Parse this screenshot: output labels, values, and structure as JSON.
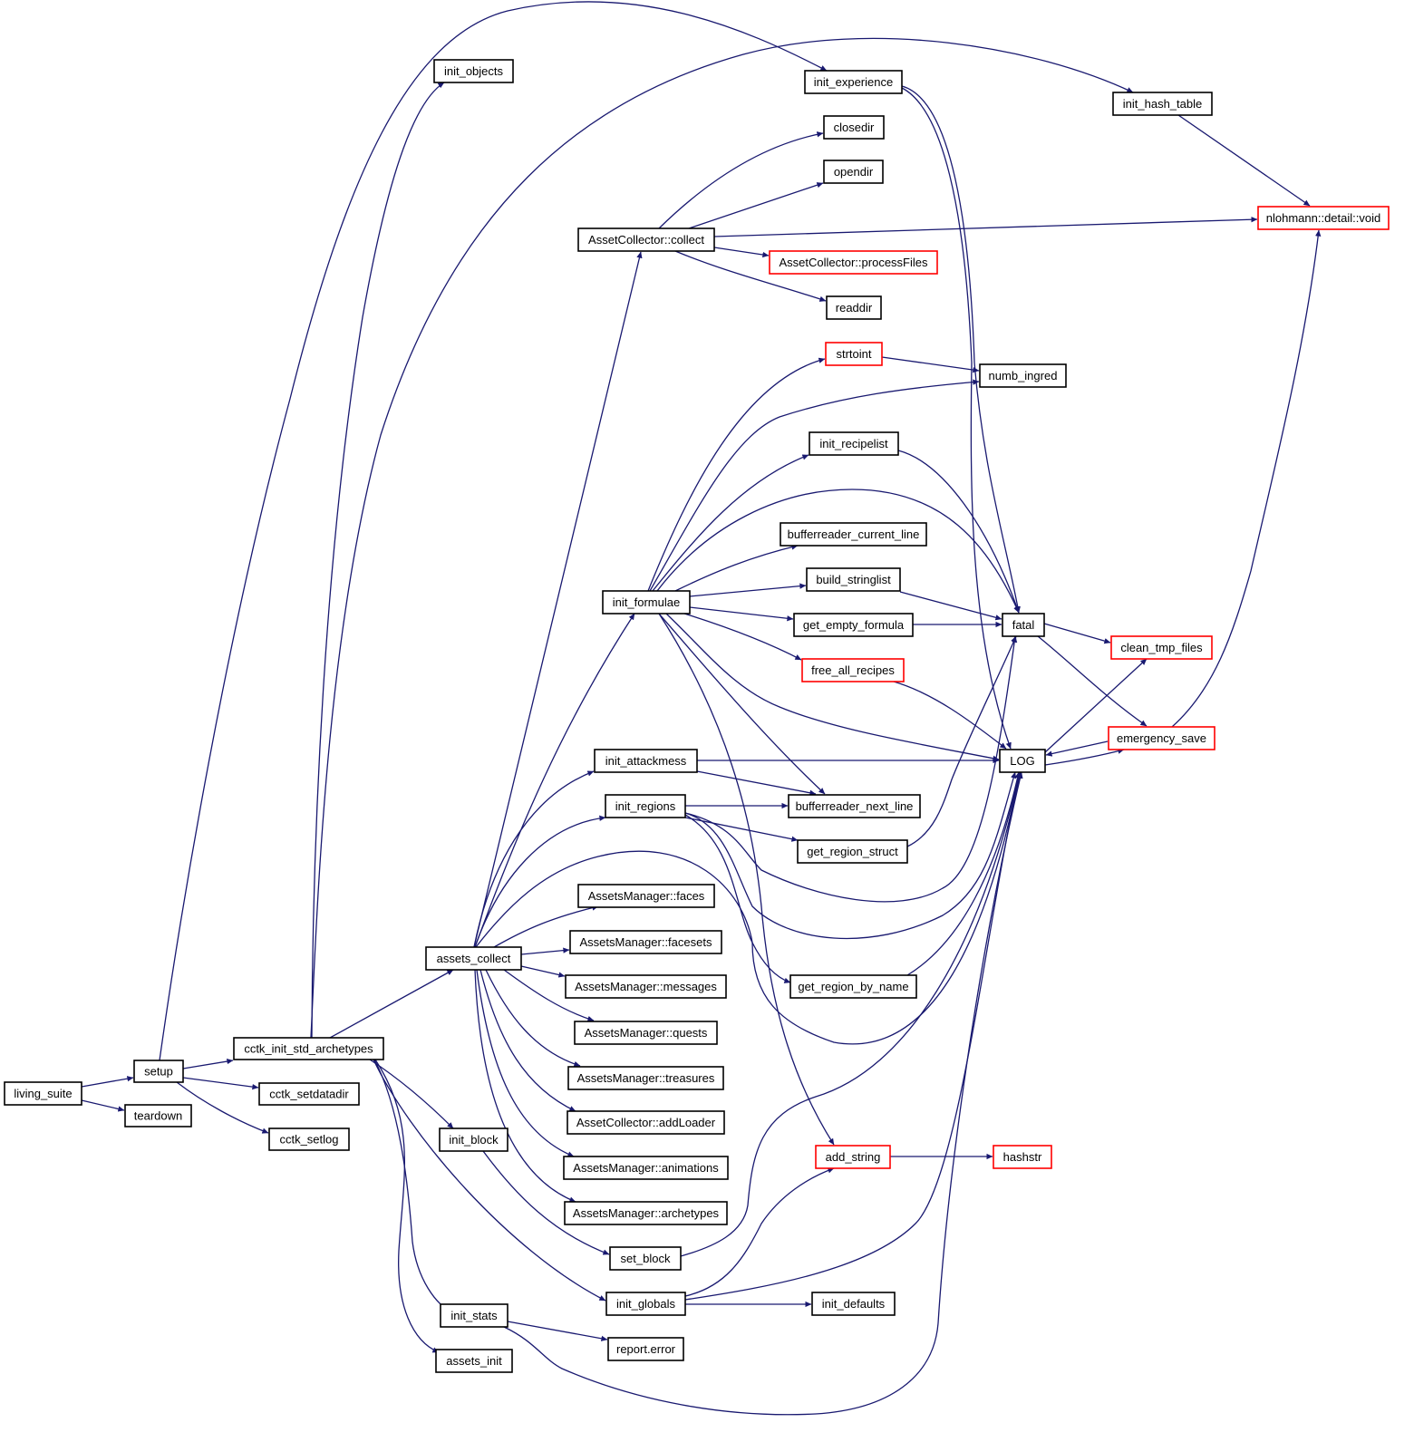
{
  "colors": {
    "edge": "#191970",
    "node_border": "#000000",
    "truncated_node_border": "#ff0000",
    "root_fill": "#bfbfbf",
    "node_fill": "#ffffff"
  },
  "nodes": [
    {
      "id": "living_suite",
      "label": "living_suite",
      "style": "root"
    },
    {
      "id": "setup",
      "label": "setup",
      "style": "normal"
    },
    {
      "id": "teardown",
      "label": "teardown",
      "style": "normal"
    },
    {
      "id": "cctk_init_std_archetypes",
      "label": "cctk_init_std_archetypes",
      "style": "normal"
    },
    {
      "id": "cctk_setdatadir",
      "label": "cctk_setdatadir",
      "style": "normal"
    },
    {
      "id": "cctk_setlog",
      "label": "cctk_setlog",
      "style": "normal"
    },
    {
      "id": "init_objects",
      "label": "init_objects",
      "style": "normal"
    },
    {
      "id": "init_experience",
      "label": "init_experience",
      "style": "normal"
    },
    {
      "id": "init_hash_table",
      "label": "init_hash_table",
      "style": "normal"
    },
    {
      "id": "nlohmann_void",
      "label": "nlohmann::detail::void",
      "style": "truncated"
    },
    {
      "id": "closedir",
      "label": "closedir",
      "style": "normal"
    },
    {
      "id": "opendir",
      "label": "opendir",
      "style": "normal"
    },
    {
      "id": "ac_collect",
      "label": "AssetCollector::collect",
      "style": "normal"
    },
    {
      "id": "ac_processFiles",
      "label": "AssetCollector::processFiles",
      "style": "truncated"
    },
    {
      "id": "readdir",
      "label": "readdir",
      "style": "normal"
    },
    {
      "id": "strtoint",
      "label": "strtoint",
      "style": "truncated"
    },
    {
      "id": "numb_ingred",
      "label": "numb_ingred",
      "style": "normal"
    },
    {
      "id": "init_recipelist",
      "label": "init_recipelist",
      "style": "normal"
    },
    {
      "id": "br_current_line",
      "label": "bufferreader_current_line",
      "style": "normal"
    },
    {
      "id": "build_stringlist",
      "label": "build_stringlist",
      "style": "normal"
    },
    {
      "id": "init_formulae",
      "label": "init_formulae",
      "style": "normal"
    },
    {
      "id": "get_empty_formula",
      "label": "get_empty_formula",
      "style": "normal"
    },
    {
      "id": "fatal",
      "label": "fatal",
      "style": "normal"
    },
    {
      "id": "clean_tmp_files",
      "label": "clean_tmp_files",
      "style": "truncated"
    },
    {
      "id": "free_all_recipes",
      "label": "free_all_recipes",
      "style": "truncated"
    },
    {
      "id": "emergency_save",
      "label": "emergency_save",
      "style": "truncated"
    },
    {
      "id": "init_attackmess",
      "label": "init_attackmess",
      "style": "normal"
    },
    {
      "id": "LOG",
      "label": "LOG",
      "style": "normal"
    },
    {
      "id": "init_regions",
      "label": "init_regions",
      "style": "normal"
    },
    {
      "id": "br_next_line",
      "label": "bufferreader_next_line",
      "style": "normal"
    },
    {
      "id": "get_region_struct",
      "label": "get_region_struct",
      "style": "normal"
    },
    {
      "id": "am_faces",
      "label": "AssetsManager::faces",
      "style": "normal"
    },
    {
      "id": "am_facesets",
      "label": "AssetsManager::facesets",
      "style": "normal"
    },
    {
      "id": "assets_collect",
      "label": "assets_collect",
      "style": "normal"
    },
    {
      "id": "am_messages",
      "label": "AssetsManager::messages",
      "style": "normal"
    },
    {
      "id": "get_region_by_name",
      "label": "get_region_by_name",
      "style": "normal"
    },
    {
      "id": "am_quests",
      "label": "AssetsManager::quests",
      "style": "normal"
    },
    {
      "id": "am_treasures",
      "label": "AssetsManager::treasures",
      "style": "normal"
    },
    {
      "id": "ac_addLoader",
      "label": "AssetCollector::addLoader",
      "style": "normal"
    },
    {
      "id": "init_block",
      "label": "init_block",
      "style": "normal"
    },
    {
      "id": "add_string",
      "label": "add_string",
      "style": "truncated"
    },
    {
      "id": "hashstr",
      "label": "hashstr",
      "style": "truncated"
    },
    {
      "id": "am_animations",
      "label": "AssetsManager::animations",
      "style": "normal"
    },
    {
      "id": "am_archetypes",
      "label": "AssetsManager::archetypes",
      "style": "normal"
    },
    {
      "id": "set_block",
      "label": "set_block",
      "style": "normal"
    },
    {
      "id": "init_globals",
      "label": "init_globals",
      "style": "normal"
    },
    {
      "id": "init_defaults",
      "label": "init_defaults",
      "style": "normal"
    },
    {
      "id": "init_stats",
      "label": "init_stats",
      "style": "normal"
    },
    {
      "id": "report_error",
      "label": "report.error",
      "style": "normal"
    },
    {
      "id": "assets_init",
      "label": "assets_init",
      "style": "normal"
    }
  ],
  "edges": [
    {
      "from": "living_suite",
      "to": "setup"
    },
    {
      "from": "living_suite",
      "to": "teardown"
    },
    {
      "from": "setup",
      "to": "cctk_init_std_archetypes"
    },
    {
      "from": "setup",
      "to": "cctk_setdatadir"
    },
    {
      "from": "setup",
      "to": "cctk_setlog"
    },
    {
      "from": "setup",
      "to": "init_experience"
    },
    {
      "from": "cctk_init_std_archetypes",
      "to": "init_objects"
    },
    {
      "from": "cctk_init_std_archetypes",
      "to": "init_hash_table"
    },
    {
      "from": "cctk_init_std_archetypes",
      "to": "assets_collect"
    },
    {
      "from": "cctk_init_std_archetypes",
      "to": "init_block"
    },
    {
      "from": "cctk_init_std_archetypes",
      "to": "init_globals"
    },
    {
      "from": "cctk_init_std_archetypes",
      "to": "init_stats"
    },
    {
      "from": "cctk_init_std_archetypes",
      "to": "assets_init"
    },
    {
      "from": "init_experience",
      "to": "fatal"
    },
    {
      "from": "init_experience",
      "to": "LOG"
    },
    {
      "from": "init_hash_table",
      "to": "nlohmann_void"
    },
    {
      "from": "ac_collect",
      "to": "closedir"
    },
    {
      "from": "ac_collect",
      "to": "opendir"
    },
    {
      "from": "ac_collect",
      "to": "nlohmann_void"
    },
    {
      "from": "ac_collect",
      "to": "ac_processFiles"
    },
    {
      "from": "ac_collect",
      "to": "readdir"
    },
    {
      "from": "strtoint",
      "to": "numb_ingred"
    },
    {
      "from": "init_recipelist",
      "to": "fatal"
    },
    {
      "from": "build_stringlist",
      "to": "fatal"
    },
    {
      "from": "get_empty_formula",
      "to": "fatal"
    },
    {
      "from": "free_all_recipes",
      "to": "LOG"
    },
    {
      "from": "init_formulae",
      "to": "strtoint"
    },
    {
      "from": "init_formulae",
      "to": "numb_ingred"
    },
    {
      "from": "init_formulae",
      "to": "init_recipelist"
    },
    {
      "from": "init_formulae",
      "to": "fatal"
    },
    {
      "from": "init_formulae",
      "to": "br_current_line"
    },
    {
      "from": "init_formulae",
      "to": "build_stringlist"
    },
    {
      "from": "init_formulae",
      "to": "get_empty_formula"
    },
    {
      "from": "init_formulae",
      "to": "free_all_recipes"
    },
    {
      "from": "init_formulae",
      "to": "LOG"
    },
    {
      "from": "init_formulae",
      "to": "br_next_line"
    },
    {
      "from": "init_formulae",
      "to": "add_string"
    },
    {
      "from": "fatal",
      "to": "clean_tmp_files"
    },
    {
      "from": "fatal",
      "to": "emergency_save"
    },
    {
      "from": "LOG",
      "to": "clean_tmp_files"
    },
    {
      "from": "LOG",
      "to": "emergency_save"
    },
    {
      "from": "emergency_save",
      "to": "LOG"
    },
    {
      "from": "emergency_save",
      "to": "nlohmann_void"
    },
    {
      "from": "init_attackmess",
      "to": "LOG"
    },
    {
      "from": "init_attackmess",
      "to": "br_next_line"
    },
    {
      "from": "init_regions",
      "to": "br_next_line"
    },
    {
      "from": "init_regions",
      "to": "get_region_struct"
    },
    {
      "from": "init_regions",
      "to": "fatal"
    },
    {
      "from": "init_regions",
      "to": "LOG"
    },
    {
      "from": "init_regions",
      "to": "get_region_by_name"
    },
    {
      "from": "get_region_struct",
      "to": "fatal"
    },
    {
      "from": "get_region_by_name",
      "to": "LOG"
    },
    {
      "from": "assets_collect",
      "to": "ac_collect"
    },
    {
      "from": "assets_collect",
      "to": "init_formulae"
    },
    {
      "from": "assets_collect",
      "to": "init_attackmess"
    },
    {
      "from": "assets_collect",
      "to": "init_regions"
    },
    {
      "from": "assets_collect",
      "to": "LOG"
    },
    {
      "from": "assets_collect",
      "to": "am_faces"
    },
    {
      "from": "assets_collect",
      "to": "am_facesets"
    },
    {
      "from": "assets_collect",
      "to": "am_messages"
    },
    {
      "from": "assets_collect",
      "to": "am_quests"
    },
    {
      "from": "assets_collect",
      "to": "am_treasures"
    },
    {
      "from": "assets_collect",
      "to": "ac_addLoader"
    },
    {
      "from": "assets_collect",
      "to": "am_animations"
    },
    {
      "from": "assets_collect",
      "to": "am_archetypes"
    },
    {
      "from": "init_block",
      "to": "set_block"
    },
    {
      "from": "set_block",
      "to": "LOG"
    },
    {
      "from": "add_string",
      "to": "hashstr"
    },
    {
      "from": "init_globals",
      "to": "add_string"
    },
    {
      "from": "init_globals",
      "to": "LOG"
    },
    {
      "from": "init_globals",
      "to": "init_defaults"
    },
    {
      "from": "init_stats",
      "to": "report_error"
    },
    {
      "from": "init_stats",
      "to": "LOG"
    }
  ]
}
